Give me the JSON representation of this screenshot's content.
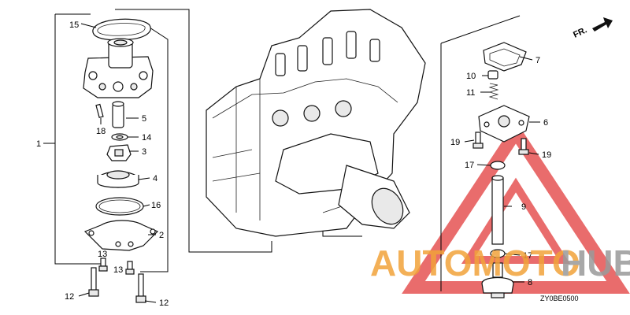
{
  "diagram": {
    "callouts": [
      "1",
      "2",
      "3",
      "4",
      "5",
      "6",
      "7",
      "8",
      "9",
      "10",
      "11",
      "12",
      "12",
      "13",
      "13",
      "14",
      "15",
      "16",
      "17",
      "17",
      "18",
      "19",
      "19"
    ],
    "direction_label": "FR.",
    "drawing_code": "ZY0BE0500"
  },
  "watermark": {
    "text_part1": "AUTOMOTO",
    "text_part2": "HUB",
    "color_orange": "#f2a33a",
    "color_gray": "#9a9a9a",
    "color_red": "#e23b3b"
  }
}
